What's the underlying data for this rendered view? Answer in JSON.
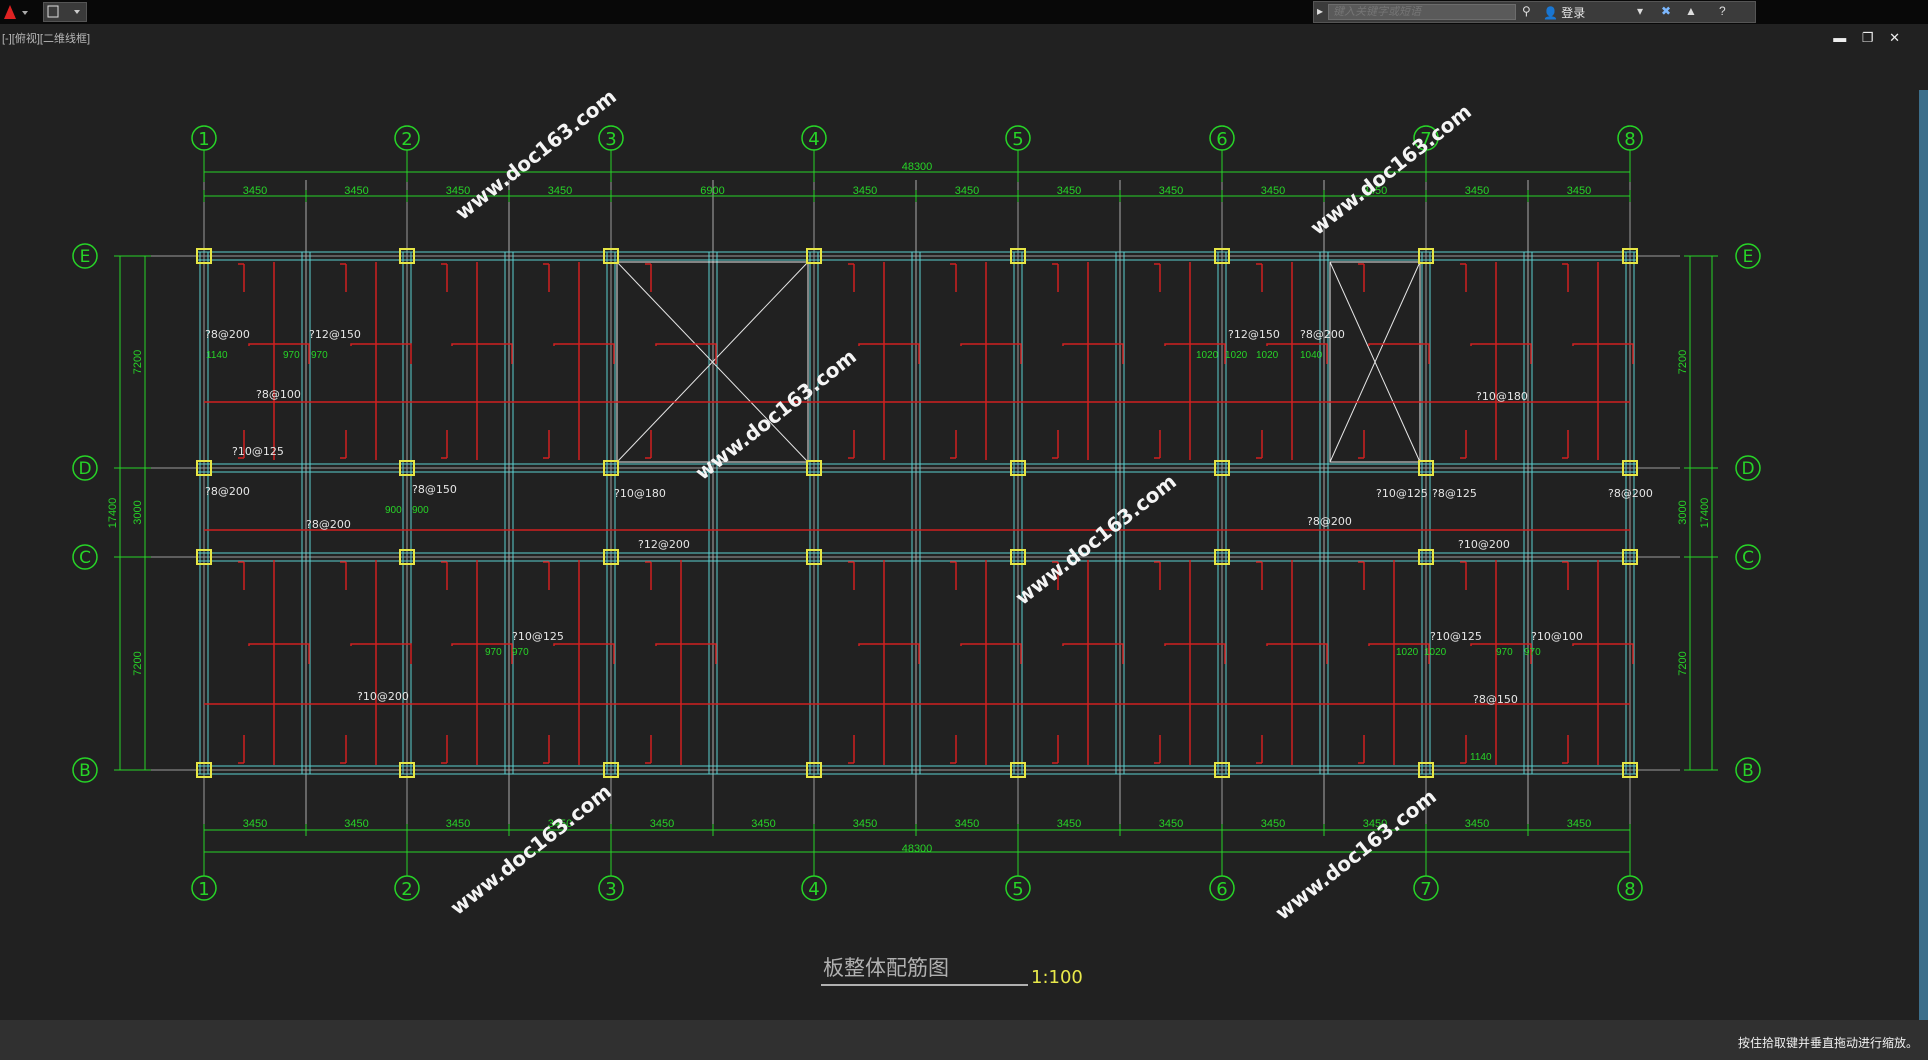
{
  "app": {
    "viewport_label": "[-][俯视][二维线框]",
    "search_placeholder": "键入关键字或短语",
    "login_label": "登录",
    "window_controls": "▬ ❐ ✕",
    "status_message": "按住拾取键并垂直拖动进行缩放。"
  },
  "drawing": {
    "title": "板整体配筋图",
    "scale": "1:100",
    "watermark": "www.doc163.com",
    "grid_columns": [
      "1",
      "2",
      "3",
      "4",
      "5",
      "6",
      "7",
      "8"
    ],
    "grid_rows": [
      "E",
      "D",
      "C",
      "B"
    ],
    "top_spans": [
      "3450",
      "3450",
      "3450",
      "3450",
      "6900",
      "3450",
      "3450",
      "3450",
      "3450",
      "3450",
      "3450",
      "3450",
      "3450"
    ],
    "bottom_spans": [
      "3450",
      "3450",
      "3450",
      "3450",
      "3450",
      "3450",
      "3450",
      "3450",
      "3450",
      "3450",
      "3450",
      "3450",
      "3450",
      "3450"
    ],
    "overall_length": "48300",
    "left_dims": [
      "7200",
      "3000",
      "7200"
    ],
    "overall_width": "17400",
    "rebar_labels": [
      "?8@200",
      "?12@150",
      "?8@100",
      "?10@125",
      "?8@200",
      "?8@200",
      "?8@150",
      "?10@180",
      "?12@200",
      "?10@125",
      "?10@200",
      "?12@150",
      "?8@200",
      "?10@180",
      "?10@125",
      "?10@125",
      "?10@200",
      "?10@100",
      "?8@150",
      "?8@200",
      "?8@125",
      "?8@200"
    ],
    "green_dims": [
      "1140",
      "970",
      "970",
      "1020",
      "1020",
      "1040",
      "900",
      "900",
      "970",
      "970",
      "1020",
      "1020",
      "970",
      "970",
      "1020",
      "1140"
    ]
  }
}
